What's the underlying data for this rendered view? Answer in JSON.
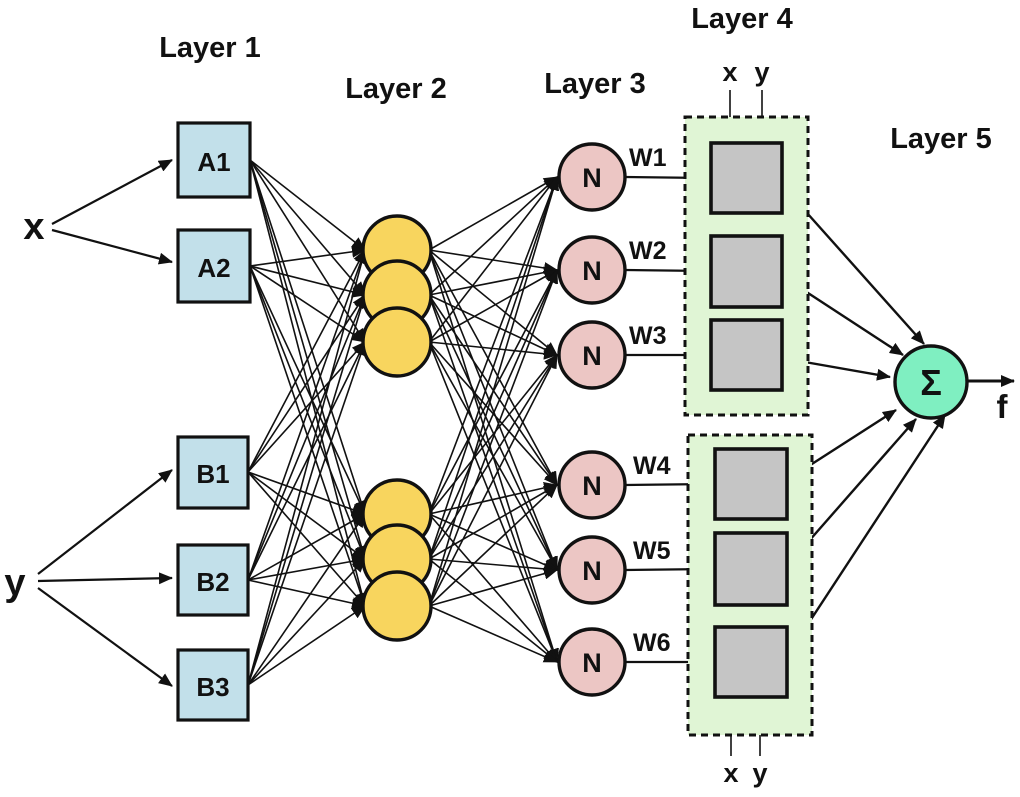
{
  "inputs": {
    "x_label": "x",
    "y_label": "y"
  },
  "layer1": {
    "title": "Layer 1",
    "nodes": [
      "A1",
      "A2",
      "B1",
      "B2",
      "B3"
    ]
  },
  "layer2": {
    "title": "Layer 2"
  },
  "layer3": {
    "title": "Layer 3",
    "node_label": "N",
    "weights": [
      "W1",
      "W2",
      "W3",
      "W4",
      "W5",
      "W6"
    ]
  },
  "layer4": {
    "title": "Layer 4",
    "top_inputs": {
      "x": "x",
      "y": "y"
    },
    "bottom_inputs": {
      "x": "x",
      "y": "y"
    }
  },
  "layer5": {
    "title": "Layer 5",
    "sum_symbol": "Σ",
    "output_label": "f"
  },
  "colors": {
    "membership_box_fill": "#c2e0ea",
    "rule_node_fill": "#f8d55e",
    "norm_node_fill": "#ecc6c4",
    "consequent_group_fill": "#e0f5d5",
    "consequent_box_fill": "#c5c5c5",
    "sum_node_fill": "#7fefc1",
    "outline": "#111111",
    "background": "#ffffff"
  }
}
